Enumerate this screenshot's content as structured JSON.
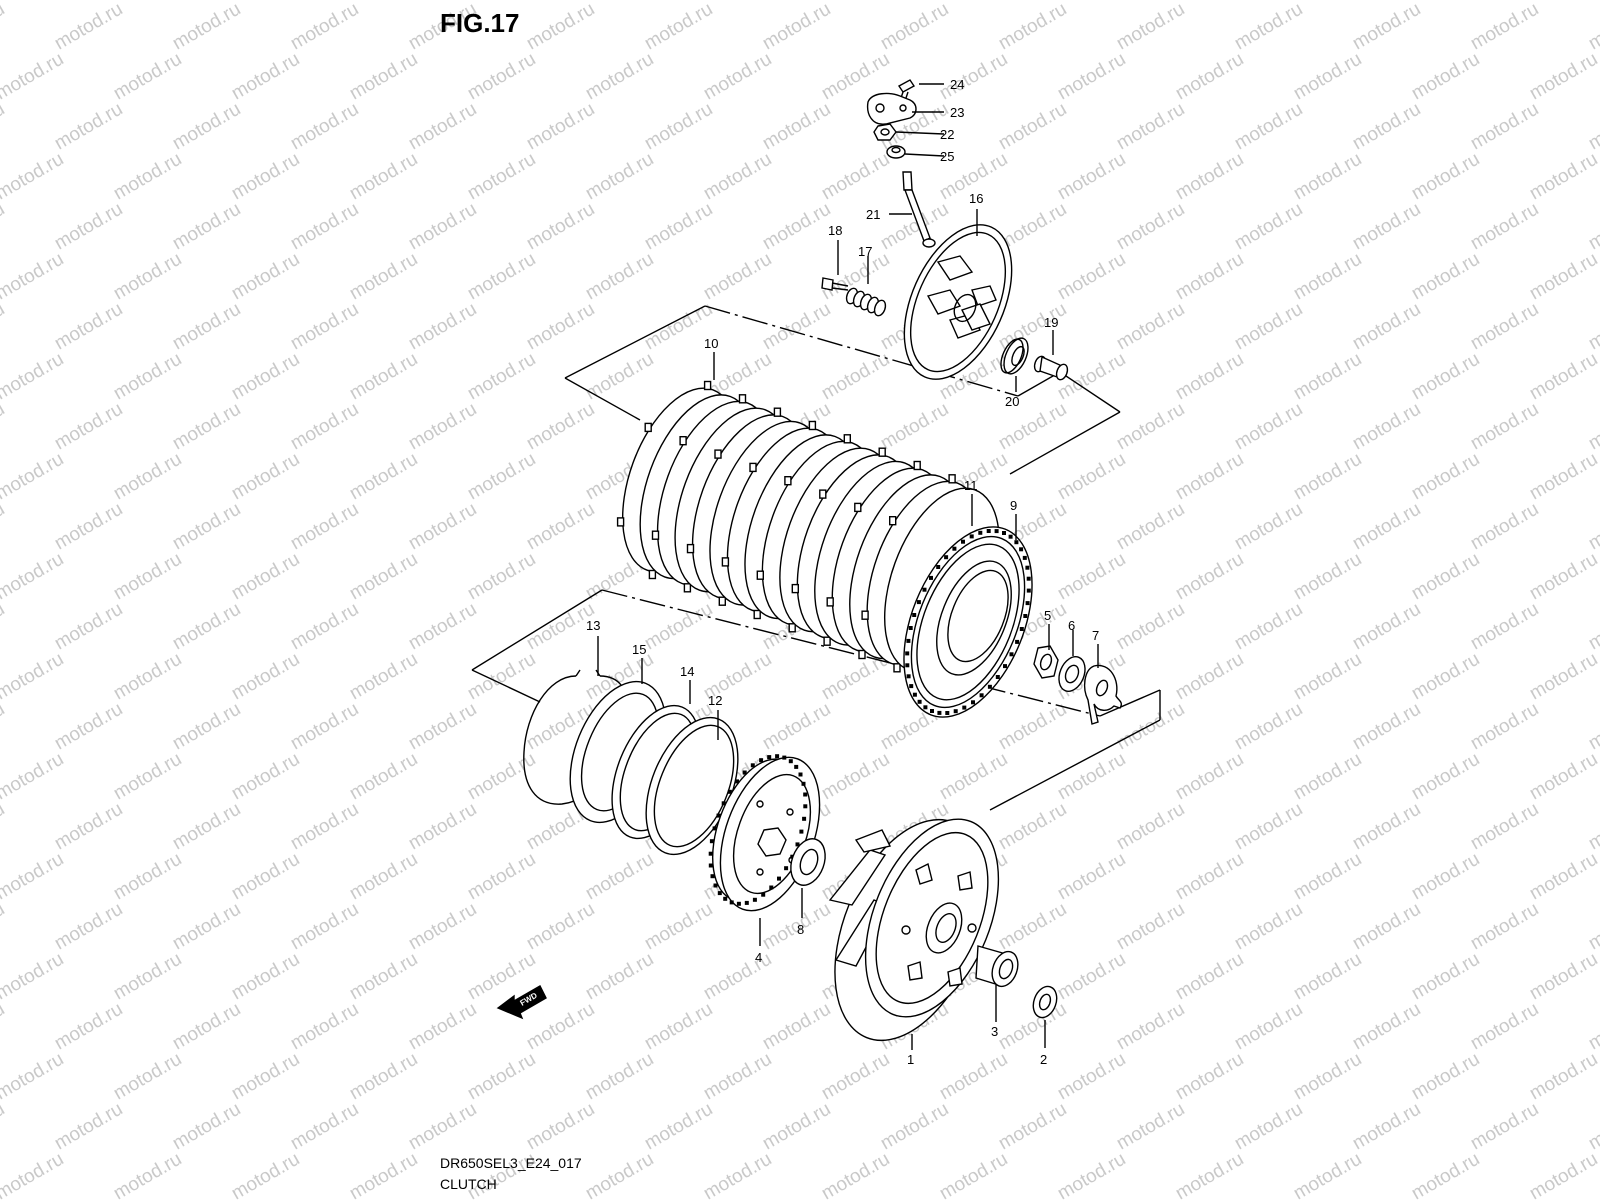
{
  "figure_title": "FIG.17",
  "watermark": "motod.ru",
  "diagram_code": "DR650SEL3_E24_017",
  "caption": "CLUTCH",
  "fwd_label": "FWD",
  "callouts": {
    "p1": "1",
    "p2": "2",
    "p3": "3",
    "p4": "4",
    "p5": "5",
    "p6": "6",
    "p7": "7",
    "p8": "8",
    "p9": "9",
    "p10": "10",
    "p11": "11",
    "p12": "12",
    "p13": "13",
    "p14": "14",
    "p15": "15",
    "p16": "16",
    "p17": "17",
    "p18": "18",
    "p19": "19",
    "p20": "20",
    "p21": "21",
    "p22": "22",
    "p23": "23",
    "p24": "24",
    "p25": "25"
  }
}
